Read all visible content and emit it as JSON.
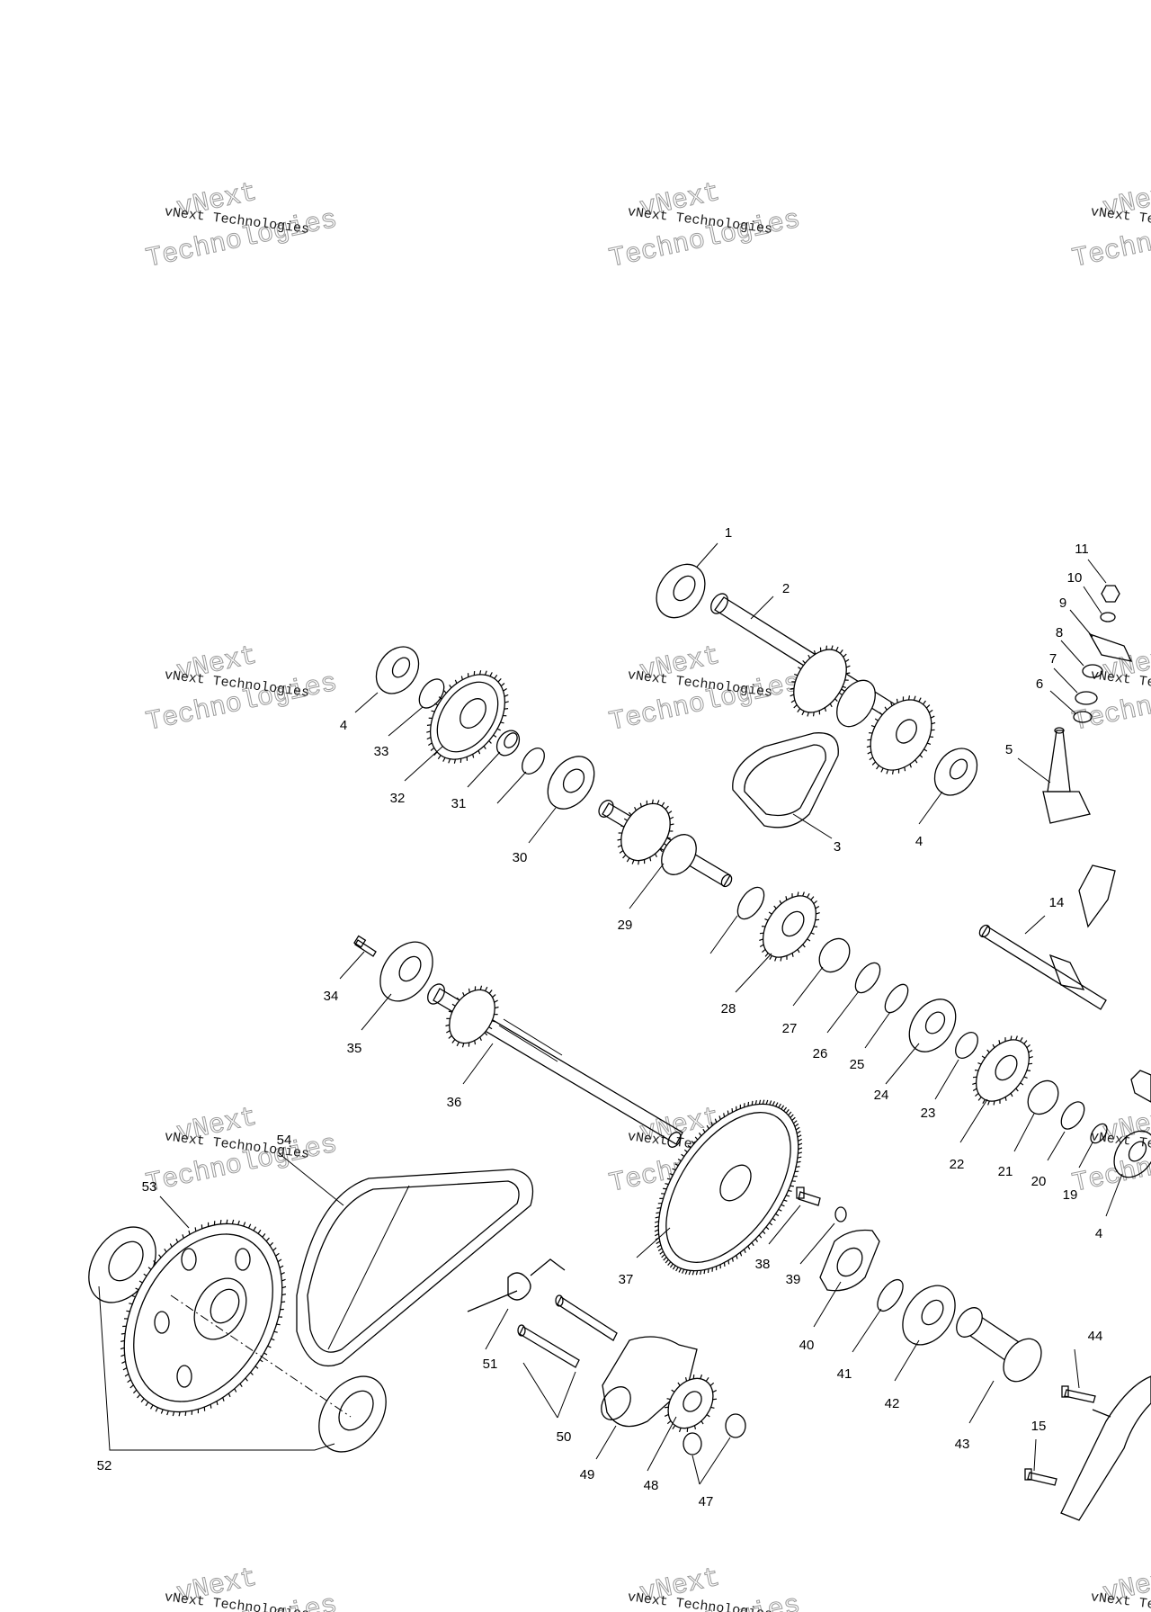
{
  "diagram": {
    "watermark": {
      "line1": "vNext Technologies",
      "line2": "Technologies",
      "line3": "vNext"
    },
    "callouts": [
      "1",
      "2",
      "3",
      "4",
      "5",
      "6",
      "7",
      "8",
      "9",
      "10",
      "11",
      "14",
      "15",
      "19",
      "20",
      "21",
      "22",
      "23",
      "24",
      "25",
      "26",
      "27",
      "28",
      "29",
      "30",
      "31",
      "32",
      "33",
      "34",
      "35",
      "36",
      "37",
      "38",
      "39",
      "40",
      "41",
      "42",
      "43",
      "44",
      "47",
      "48",
      "49",
      "50",
      "51",
      "52",
      "53",
      "54"
    ]
  }
}
